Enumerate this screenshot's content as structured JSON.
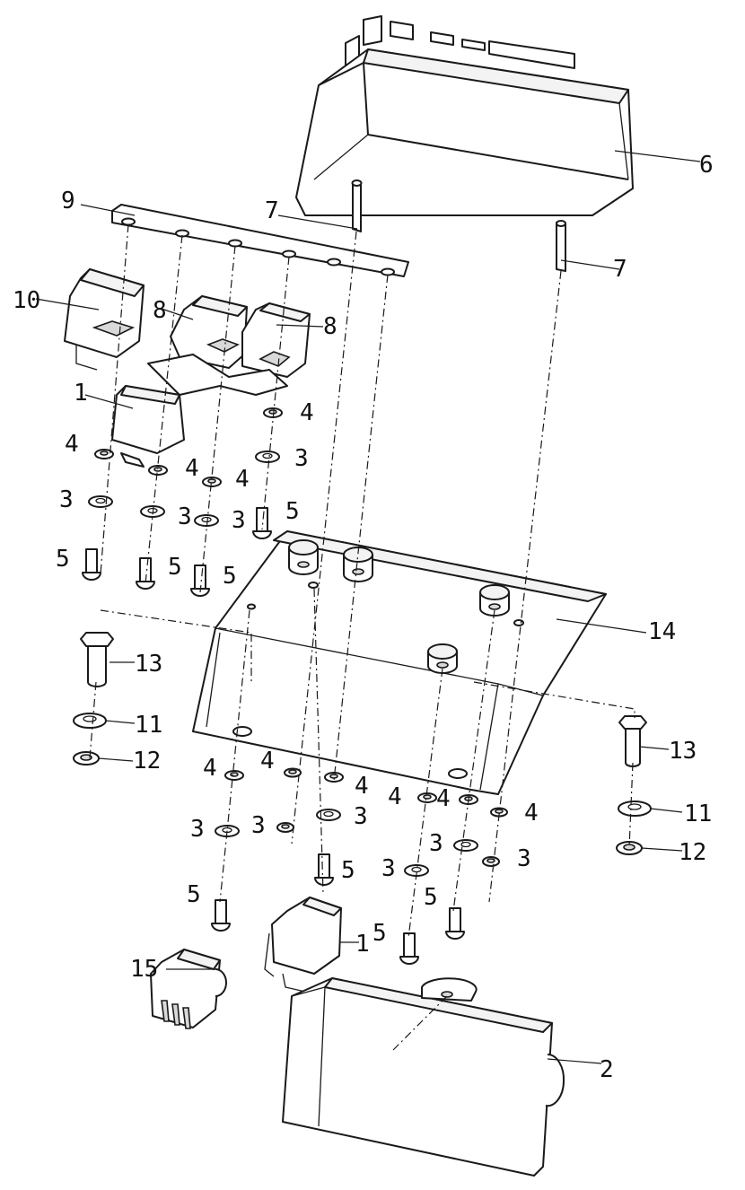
{
  "diagram": {
    "callouts": [
      "1",
      "2",
      "3",
      "4",
      "5",
      "6",
      "7",
      "8",
      "9",
      "10",
      "11",
      "12",
      "13",
      "14",
      "15"
    ],
    "parts": {
      "relay": "1",
      "lower_box": "2",
      "washer": "3",
      "lock_washer": "4",
      "screw": "5",
      "control_unit": "6",
      "pin": "7",
      "relay_block": "8",
      "bracket_strip": "9",
      "small_relay": "10",
      "flat_washer": "11",
      "spring_washer": "12",
      "bolt": "13",
      "mounting_plate": "14",
      "connector": "15"
    }
  }
}
